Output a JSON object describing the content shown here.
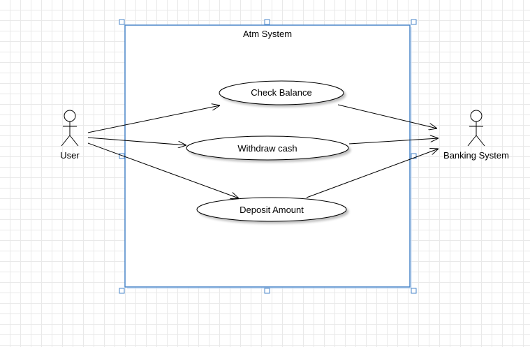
{
  "diagram": {
    "system": {
      "label": "Atm System"
    },
    "actors": [
      {
        "id": "user",
        "label": "User"
      },
      {
        "id": "banking",
        "label": "Banking System"
      }
    ],
    "use_cases": [
      {
        "id": "check",
        "label": "Check Balance"
      },
      {
        "id": "withdraw",
        "label": "Withdraw cash"
      },
      {
        "id": "deposit",
        "label": "Deposit Amount"
      }
    ],
    "associations": [
      {
        "from": "user",
        "to": "check"
      },
      {
        "from": "user",
        "to": "withdraw"
      },
      {
        "from": "user",
        "to": "deposit"
      },
      {
        "from": "check",
        "to": "banking"
      },
      {
        "from": "withdraw",
        "to": "banking"
      },
      {
        "from": "deposit",
        "to": "banking"
      }
    ],
    "selection_color": "#4a86c8"
  }
}
